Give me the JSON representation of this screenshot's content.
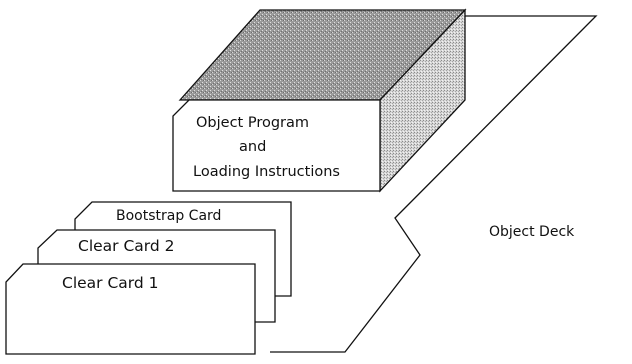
{
  "box": {
    "label_line1": "Object Program",
    "label_line2": "and",
    "label_line3": "Loading Instructions"
  },
  "cards": {
    "card_back": "Bootstrap Card",
    "card_middle": "Clear Card 2",
    "card_front": "Clear Card 1"
  },
  "deck": {
    "label": "Object Deck"
  }
}
